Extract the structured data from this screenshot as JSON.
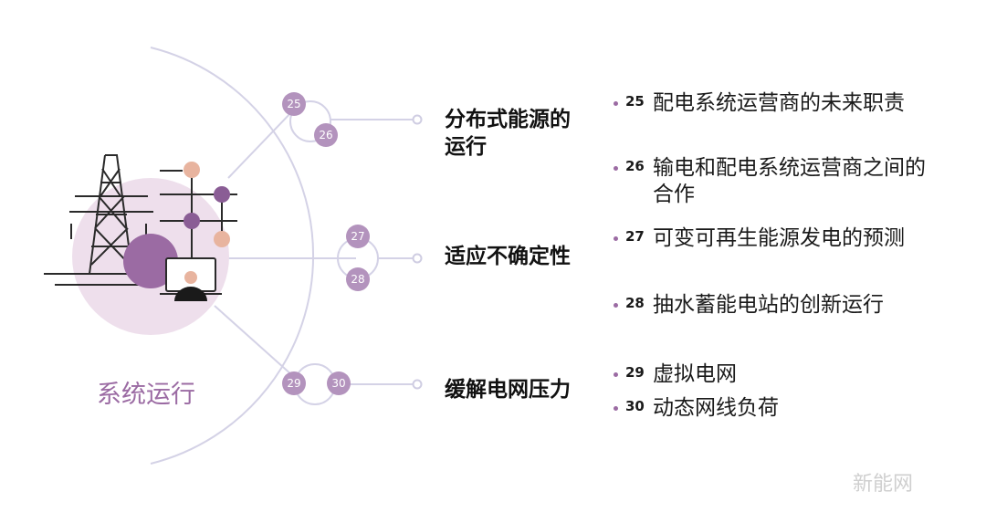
{
  "colors": {
    "line": "#d4d2e6",
    "node": "#b393bd",
    "dot": "#9b6ba3",
    "circle_bg": "#eedfec",
    "purple": "#9b6ba3",
    "dark_purple": "#8a5d95",
    "peach": "#e8b49f",
    "label": "#9b6ba3"
  },
  "title": "系统运行",
  "icons": [
    "transmission-tower-icon",
    "network-nodes-icon",
    "laptop-user-icon"
  ],
  "categories": [
    {
      "label": "分布式能源的运行",
      "nodes": [
        "25",
        "26"
      ]
    },
    {
      "label": "适应不确定性",
      "nodes": [
        "27",
        "28"
      ]
    },
    {
      "label": "缓解电网压力",
      "nodes": [
        "29",
        "30"
      ]
    }
  ],
  "items": [
    {
      "num": "25",
      "text": "配电系统运营商的未来职责"
    },
    {
      "num": "26",
      "text": "输电和配电系统运营商之间的合作"
    },
    {
      "num": "27",
      "text": "可变可再生能源发电的预测"
    },
    {
      "num": "28",
      "text": "抽水蓄能电站的创新运行"
    },
    {
      "num": "29",
      "text": "虚拟电网"
    },
    {
      "num": "30",
      "text": "动态网线负荷"
    }
  ],
  "watermark": "新能网"
}
